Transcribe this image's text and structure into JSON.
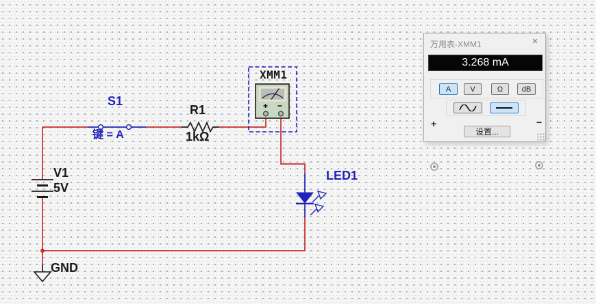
{
  "circuit": {
    "labels": {
      "v1_ref": "V1",
      "v1_value": "5V",
      "s1_ref": "S1",
      "s1_key": "键 = A",
      "r1_ref": "R1",
      "r1_value": "1kΩ",
      "xmm1_ref": "XMM1",
      "led1_ref": "LED1",
      "gnd_ref": "GND"
    },
    "components": [
      {
        "ref": "V1",
        "type": "dc-voltage-source",
        "value": "5V"
      },
      {
        "ref": "S1",
        "type": "spst-switch",
        "state": "closed",
        "key": "A"
      },
      {
        "ref": "R1",
        "type": "resistor",
        "value": "1kΩ"
      },
      {
        "ref": "XMM1",
        "type": "multimeter-instrument"
      },
      {
        "ref": "LED1",
        "type": "led"
      },
      {
        "ref": "GND",
        "type": "ground"
      }
    ],
    "colors": {
      "wire_red": "#c62f2f",
      "component_blue": "#2222bb",
      "component_black": "#1a1a1a",
      "instrument_body_green": "#c9d8c5"
    }
  },
  "multimeter_panel": {
    "title": "万用表-XMM1",
    "icons": {
      "close": "×"
    },
    "display": {
      "reading": "3.268 mA"
    },
    "mode_buttons": [
      {
        "label": "A",
        "selected": true
      },
      {
        "label": "V",
        "selected": false
      },
      {
        "label": "Ω",
        "selected": false
      },
      {
        "label": "dB",
        "selected": false
      }
    ],
    "signal_buttons": [
      {
        "name": "ac-sine",
        "selected": false
      },
      {
        "name": "dc-line",
        "selected": true
      }
    ],
    "terminals": {
      "plus": "+",
      "minus": "−"
    },
    "settings_button": "设置..."
  }
}
